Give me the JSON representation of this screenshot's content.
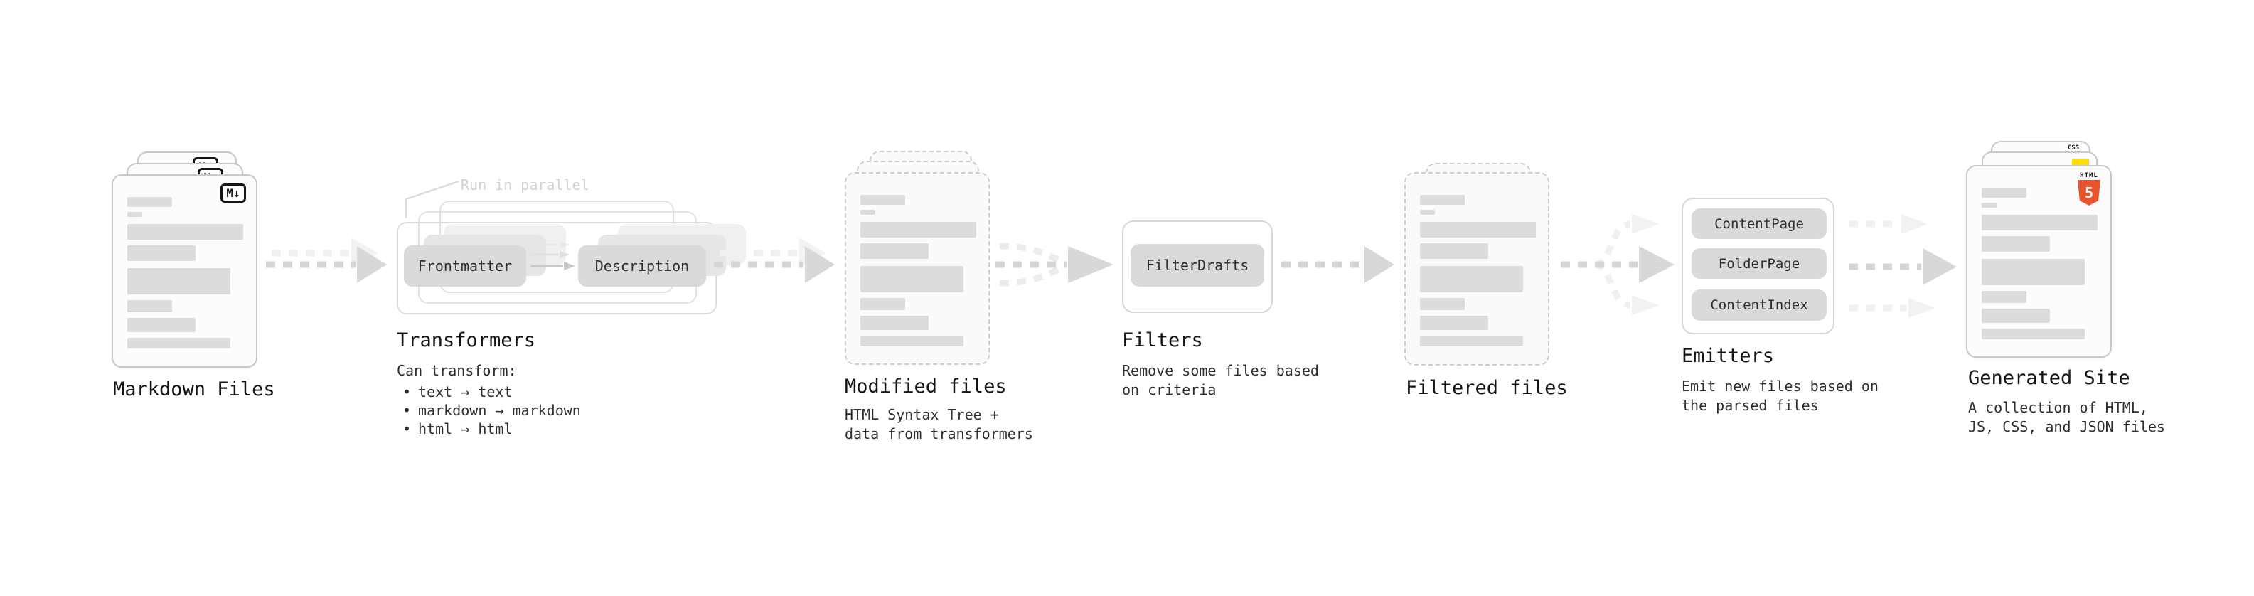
{
  "colors": {
    "html5_orange": "#e8532e",
    "js_yellow": "#ffdf00",
    "css_blue": "#2d6ae3",
    "skeleton_gray": "#dcdcdc",
    "arrow_gray": "#d5d5d5"
  },
  "stages": {
    "markdown": {
      "label": "Markdown Files",
      "badge": "M↓"
    },
    "transformers": {
      "label": "Transformers",
      "annotation": "Run in parallel",
      "buttons": {
        "frontmatter": "Frontmatter",
        "description": "Description"
      },
      "desc_title": "Can transform:",
      "bullet_char": "•",
      "bullets": [
        "text → text",
        "markdown → markdown",
        "html → html"
      ]
    },
    "modified": {
      "label": "Modified files",
      "subtitle_lines": [
        "HTML Syntax Tree +",
        "data from transformers"
      ]
    },
    "filters": {
      "label": "Filters",
      "buttons": {
        "filterdrafts": "FilterDrafts"
      },
      "subtitle_lines": [
        "Remove some files based",
        "on criteria"
      ]
    },
    "filtered": {
      "label": "Filtered files"
    },
    "emitters": {
      "label": "Emitters",
      "buttons": {
        "contentpage": "ContentPage",
        "folderpage": "FolderPage",
        "contentindex": "ContentIndex"
      },
      "subtitle_lines": [
        "Emit new files based on",
        "the parsed files"
      ]
    },
    "generated": {
      "label": "Generated Site",
      "subtitle_lines": [
        "A collection of HTML,",
        "JS, CSS, and JSON files"
      ],
      "badges": {
        "css": "CSS",
        "html": "HTML",
        "html_number": "5"
      }
    }
  }
}
